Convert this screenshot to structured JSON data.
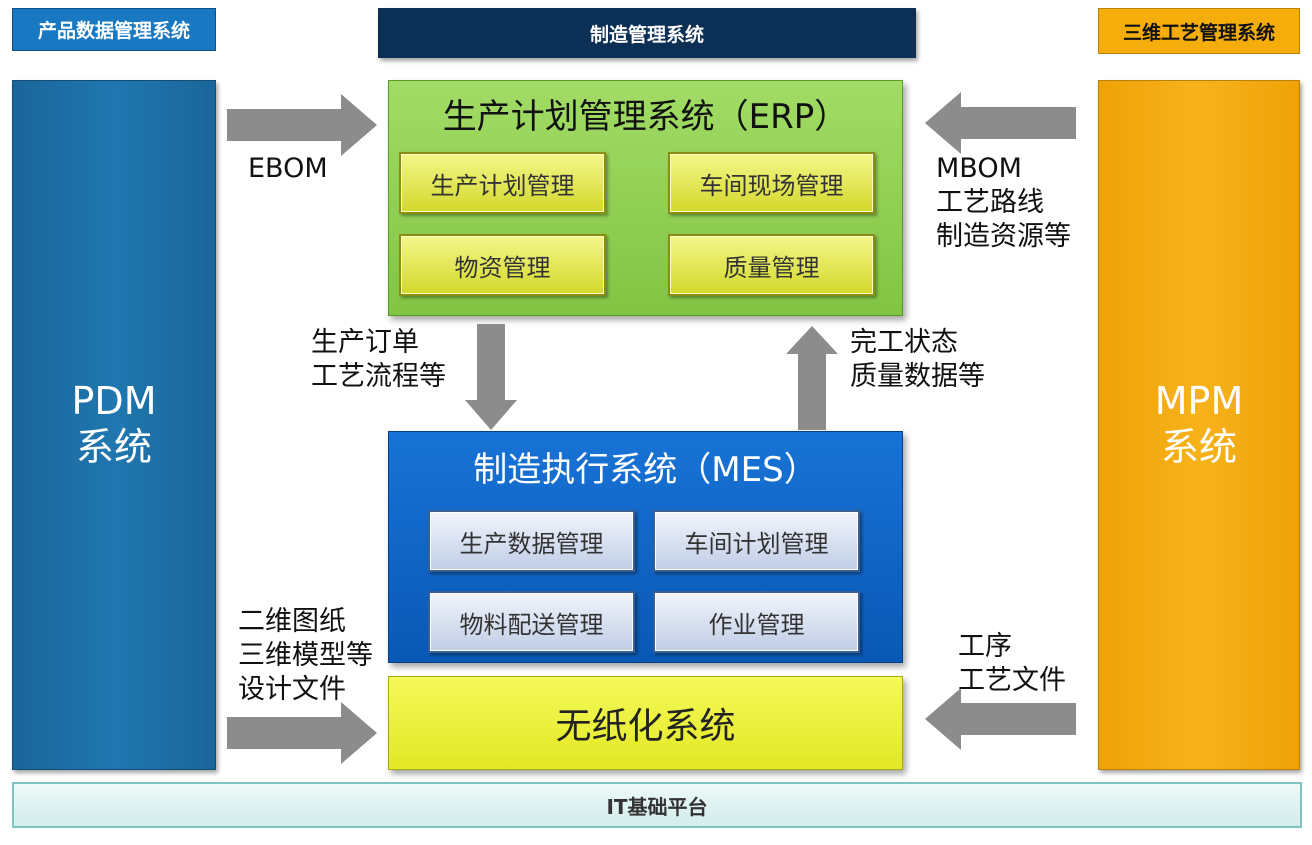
{
  "headers": {
    "pdm_header": "产品数据管理系统",
    "mfg_header": "制造管理系统",
    "mpm_header": "三维工艺管理系统"
  },
  "pdm_column": [
    "PDM",
    "系统"
  ],
  "mpm_column": [
    "MPM",
    "系统"
  ],
  "erp": {
    "title": "生产计划管理系统（ERP）",
    "modules": [
      "生产计划管理",
      "车间现场管理",
      "物资管理",
      "质量管理"
    ]
  },
  "mes": {
    "title": "制造执行系统（MES）",
    "modules": [
      "生产数据管理",
      "车间计划管理",
      "物料配送管理",
      "作业管理"
    ]
  },
  "paperless": {
    "title": "无纸化系统"
  },
  "platform": {
    "title": "IT基础平台"
  },
  "flows": {
    "pdm_to_erp": [
      "EBOM"
    ],
    "mpm_to_erp": [
      "MBOM",
      "工艺路线",
      "制造资源等"
    ],
    "erp_to_mes": [
      "生产订单",
      "工艺流程等"
    ],
    "mes_to_erp": [
      "完工状态",
      "质量数据等"
    ],
    "pdm_to_paperless": [
      "二维图纸",
      "三维模型等",
      "设计文件"
    ],
    "mpm_to_paperless": [
      "工序",
      "工艺文件"
    ]
  },
  "colors": {
    "pdm": "#1f6fa3",
    "mpm": "#f5ad0b",
    "erp": "#8fd14f",
    "mes": "#0b63c4",
    "paperless": "#f0f53a",
    "platform": "#dff2f2",
    "arrow": "#8c8c8c",
    "mfg_header": "#0c2f55"
  }
}
